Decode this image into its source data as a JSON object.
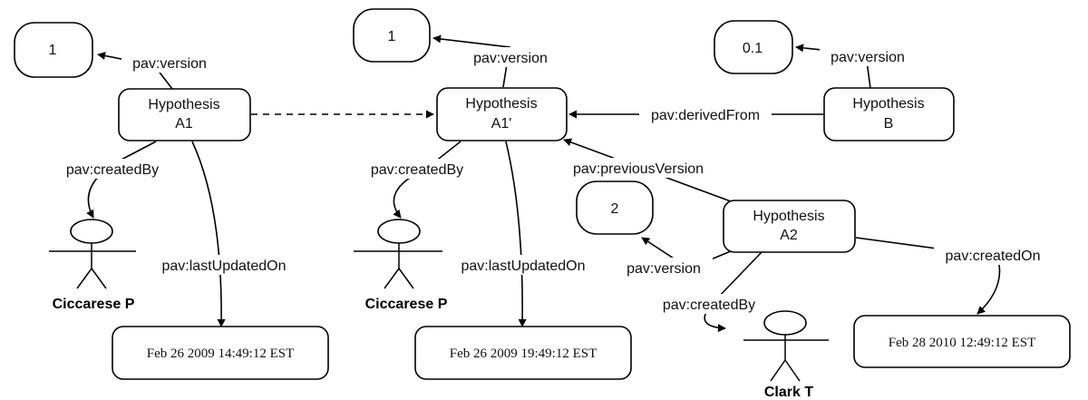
{
  "hypotheses": {
    "a1": {
      "line1": "Hypothesis",
      "line2": "A1"
    },
    "a1p": {
      "line1": "Hypothesis",
      "line2": "A1'"
    },
    "b": {
      "line1": "Hypothesis",
      "line2": "B"
    },
    "a2": {
      "line1": "Hypothesis",
      "line2": "A2"
    }
  },
  "versions": {
    "a1": "1",
    "a1p": "1",
    "b": "0.1",
    "a2": "2"
  },
  "people": {
    "p1": "Ciccarese P",
    "p2": "Ciccarese P",
    "p3": "Clark T"
  },
  "dates": {
    "d1": "Feb 26 2009 14:49:12 EST",
    "d2": "Feb 26 2009 19:49:12 EST",
    "d3": "Feb 28 2010 12:49:12 EST"
  },
  "edge_labels": {
    "version_a1": "pav:version",
    "version_a1p": "pav:version",
    "version_b": "pav:version",
    "version_a2": "pav:version",
    "created_by_a1": "pav:createdBy",
    "created_by_a1p": "pav:createdBy",
    "created_by_a2": "pav:createdBy",
    "last_updated_a1": "pav:lastUpdatedOn",
    "last_updated_a1p": "pav:lastUpdatedOn",
    "derived_from": "pav:derivedFrom",
    "previous_version": "pav:previousVersion",
    "created_on_a2": "pav:createdOn"
  }
}
